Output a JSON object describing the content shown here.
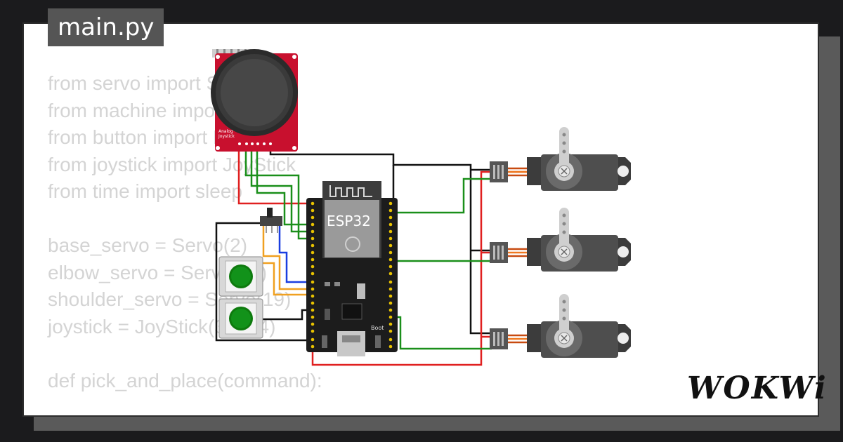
{
  "file_tab": "main.py",
  "code_lines": [
    "from servo import Servo",
    "from machine import Pin",
    "from button import Button",
    "from joystick import JoyStick",
    "from time import sleep",
    "",
    "base_servo = Servo(2)",
    "elbow_servo = Servo(18)",
    "shoulder_servo = Servo(19)",
    "joystick = JoyStick(35, 34)",
    "",
    "def pick_and_place(command):"
  ],
  "components": {
    "joystick_label_line1": "Analog",
    "joystick_label_line2": "Joystick",
    "board_label": "ESP32",
    "boot_label": "Boot"
  },
  "brand": "WOKWi",
  "colors": {
    "wire_red": "#e02020",
    "wire_black": "#111111",
    "wire_green": "#1a8f1a",
    "wire_blue": "#1a3ee0",
    "wire_orange": "#f0a020",
    "joystick_board": "#c8102e",
    "esp_board": "#1c1c1c",
    "servo_body": "#4e4e4e"
  }
}
